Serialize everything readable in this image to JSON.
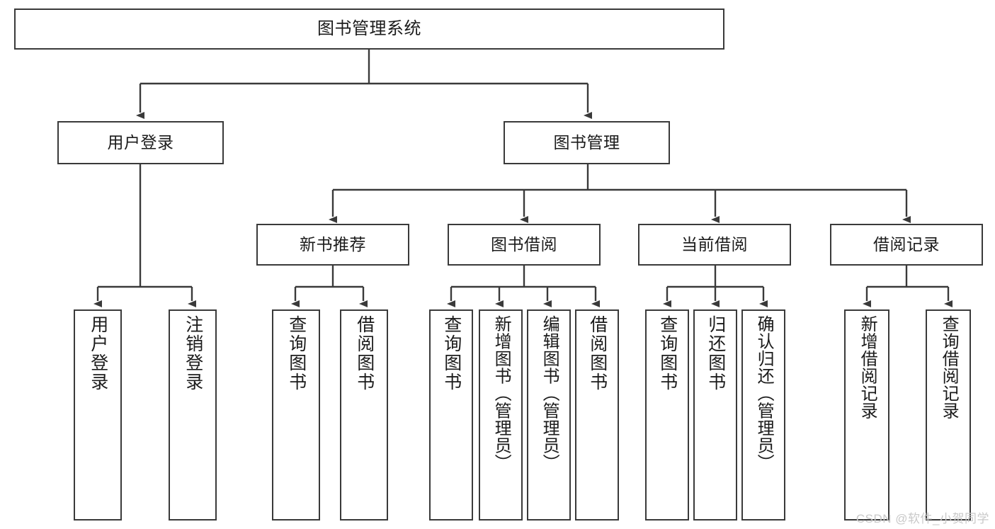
{
  "diagram": {
    "type": "tree-hierarchy",
    "title": "图书管理系统",
    "watermark": "CSDN @软件_小贺同学",
    "colors": {
      "stroke": "#3a3a3a",
      "fill": "#ffffff",
      "text": "#1b1b1b",
      "watermark": "#c9c9c9"
    },
    "nodes": {
      "root": {
        "label": "图书管理系统"
      },
      "level2": [
        {
          "id": "user-login",
          "label": "用户登录"
        },
        {
          "id": "book-management",
          "label": "图书管理"
        }
      ],
      "level3": [
        {
          "id": "new-book-recommend",
          "label": "新书推荐"
        },
        {
          "id": "book-borrow",
          "label": "图书借阅"
        },
        {
          "id": "current-borrow",
          "label": "当前借阅"
        },
        {
          "id": "borrow-record",
          "label": "借阅记录"
        }
      ],
      "leaves": {
        "user-login": [
          {
            "id": "leaf-user-login",
            "label": "用户登录"
          },
          {
            "id": "leaf-logout",
            "label": "注销登录"
          }
        ],
        "new-book-recommend": [
          {
            "id": "leaf-query-book-1",
            "label": "查询图书"
          },
          {
            "id": "leaf-borrow-book-1",
            "label": "借阅图书"
          }
        ],
        "book-borrow": [
          {
            "id": "leaf-query-book-2",
            "label": "查询图书"
          },
          {
            "id": "leaf-add-book",
            "label": "新增图书（管理员）"
          },
          {
            "id": "leaf-edit-book",
            "label": "编辑图书（管理员）"
          },
          {
            "id": "leaf-borrow-book-2",
            "label": "借阅图书"
          }
        ],
        "current-borrow": [
          {
            "id": "leaf-query-book-3",
            "label": "查询图书"
          },
          {
            "id": "leaf-return-book",
            "label": "归还图书"
          },
          {
            "id": "leaf-confirm-return",
            "label": "确认归还（管理员）"
          }
        ],
        "borrow-record": [
          {
            "id": "leaf-add-record",
            "label": "新增借阅记录"
          },
          {
            "id": "leaf-query-record",
            "label": "查询借阅记录"
          }
        ]
      }
    }
  }
}
